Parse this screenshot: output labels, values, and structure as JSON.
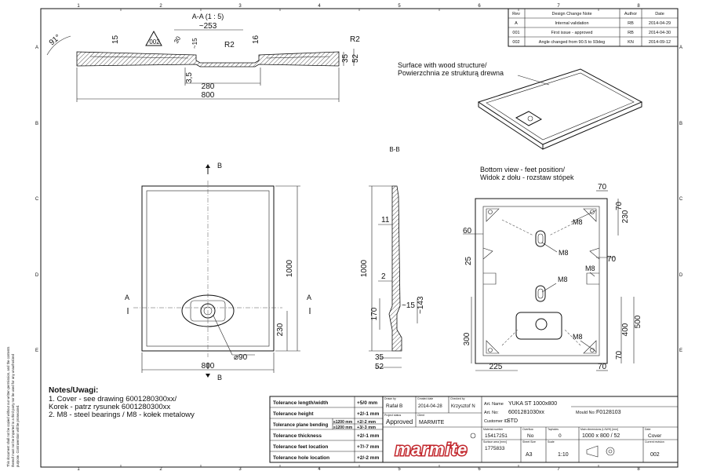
{
  "grid": {
    "cols": [
      "1",
      "2",
      "3",
      "4",
      "5",
      "6",
      "7",
      "8"
    ],
    "rows": [
      "A",
      "B",
      "C",
      "D",
      "E"
    ]
  },
  "revisions": {
    "headers": [
      "Rev",
      "Design Change Note",
      "Author",
      "Date"
    ],
    "rows": [
      [
        "A",
        "Internal validation",
        "RB",
        "2014-04-29"
      ],
      [
        "001",
        "First issue - approved",
        "RB",
        "2014-04-30"
      ],
      [
        "002",
        "Angle changed from 90.5 to 93deg",
        "KN",
        "2014-09-12"
      ]
    ]
  },
  "section_aa": {
    "title": "A-A  (1 : 5)",
    "dims": {
      "top_width": "~253",
      "angle": "91°",
      "chamfer": "002",
      "r_small": "R2",
      "r_corner": "R2",
      "d15": "15",
      "d30": "30",
      "d15b": "~15",
      "d16": "16",
      "d35": "35",
      "d52": "52",
      "d35b": "3,5",
      "d280": "280",
      "d800": "800"
    }
  },
  "iso_view": {
    "label_line1": "Surface with wood structure/",
    "label_line2": "Powierzchnia ze strukturą drewna"
  },
  "top_view": {
    "section_mark": "B",
    "side_mark": "A",
    "dims": {
      "height": "1000",
      "d230": "230",
      "width": "800",
      "drain": "⌀90"
    }
  },
  "section_bb": {
    "title": "B-B",
    "dims": {
      "d11": "11",
      "d1000": "1000",
      "d2": "2",
      "d15": "~15",
      "d143": "~143",
      "d170": "170",
      "d35": "35",
      "d52": "52"
    }
  },
  "bottom_view": {
    "label_line1": "Bottom view - feet position/",
    "label_line2": "Widok z dołu - rozstaw stópek",
    "dims": {
      "d70a": "70",
      "d230": "230",
      "d60": "60",
      "d25": "25",
      "d70b": "70",
      "d300": "300",
      "d400": "400",
      "d500": "500",
      "d225": "225",
      "d70c": "70",
      "d70d": "70"
    },
    "m8_labels": [
      "M8",
      "M8",
      "M8",
      "M8",
      "M8"
    ]
  },
  "notes": {
    "title": "Notes/Uwagi:",
    "lines": [
      "1.      Cover - see drawing 6001280300xx/",
      "Korek - patrz rysunek 6001280300xx",
      "2.      M8 - steel bearings / M8 - kołek metalowy"
    ]
  },
  "side_text": [
    "This document shall not be copied without our written permission, and the contents",
    "thereof must not be imparted to a third party nor be used for any unauthorized",
    "purpose. Contravention will be prosecuted."
  ],
  "tolerances": [
    {
      "label": "Tolerance length/width",
      "value": "+5/0 mm"
    },
    {
      "label": "Tolerance height",
      "value": "+2/-1 mm"
    },
    {
      "label": "Tolerance plane bending",
      "sub1": "≤1200 mm",
      "sub2": "≥1200 mm",
      "value": "+2/-2 mm",
      "value2": "+3/-3 mm"
    },
    {
      "label": "Tolerance thickness",
      "value": "+2/-1 mm"
    },
    {
      "label": "Tolerance feet location",
      "value": "+7/-7 mm"
    },
    {
      "label": "Tolerance hole location",
      "value": "+2/-2 mm"
    }
  ],
  "title_block": {
    "drawn_by_label": "Drawn by",
    "drawn_by": "Rafał B",
    "created_label": "Created date",
    "created": "2014-04-28",
    "checked_label": "Checked by",
    "checked": "Krzysztof N",
    "status_label": "Project status",
    "status": "Approved",
    "client_label": "Client",
    "client": "MARMITE",
    "art_name_label": "Art. Name",
    "art_name": "YUKA ST 1000x800",
    "art_no_label": "Art. No:",
    "art_no": "6001281030xx",
    "mould_label": "Mould No:",
    "mould": "F0128103",
    "customer_label": "Customer ID:",
    "customer": "STD",
    "material_label": "Material number",
    "material": "15417251",
    "overflow_label": "Overflow",
    "overflow": "No",
    "tapholes_label": "Tapholes",
    "tapholes": "0",
    "main_dim_label": "Main dimensions (L/W/H) [mm]",
    "main_dim": "1000 x 800 / 52",
    "date_label": "Date",
    "date": "Cover",
    "surface_label": "Surface area [mm²]",
    "surface": "1775833",
    "sheet_label": "Sheet Size",
    "sheet": "A3",
    "scale_label": "Scale",
    "scale": "1:10",
    "revision_label": "Current revision",
    "revision": "002",
    "logo": "marmite"
  }
}
